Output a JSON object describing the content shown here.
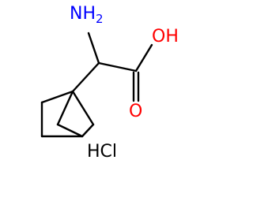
{
  "molecule": {
    "amine_label": "NH",
    "amine_subscript": "2",
    "hydroxyl_label": "OH",
    "carbonyl_label": "O",
    "salt_label": "HCl"
  },
  "colors": {
    "heteroatom": "#ff0000",
    "amine": "#0000ff",
    "bond": "#000000",
    "salt": "#000000"
  }
}
